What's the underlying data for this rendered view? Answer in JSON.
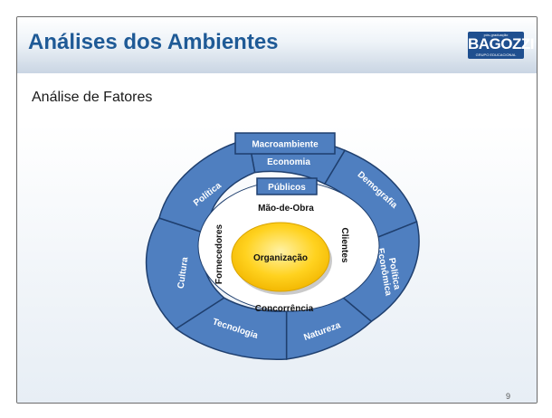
{
  "slide": {
    "title": "Análises dos Ambientes",
    "subtitle": "Análise de Fatores",
    "page_number": "9"
  },
  "logo": {
    "top_text": "pós-graduação",
    "name": "BAGOZZI",
    "bottom_text": "GRUPO EDUCACIONAL"
  },
  "diagram": {
    "macro_label": "Macroambiente",
    "outer_segments": {
      "economia": "Economia",
      "demografia": "Demografia",
      "politica_economica_1": "Política",
      "politica_economica_2": "Econômica",
      "natureza": "Natureza",
      "tecnologia": "Tecnologia",
      "cultura": "Cultura",
      "politica": "Política"
    },
    "publicos_label": "Públicos",
    "inner_labels": {
      "mao_de_obra": "Mão-de-Obra",
      "fornecedores": "Fornecedores",
      "clientes": "Clientes",
      "concorrencia": "Concorrência"
    },
    "center_label": "Organização"
  },
  "colors": {
    "title": "#1f5a96",
    "segment_fill": "#4f7fc0",
    "segment_stroke": "#1f3f6e",
    "center_fill": "#ffcc00"
  }
}
